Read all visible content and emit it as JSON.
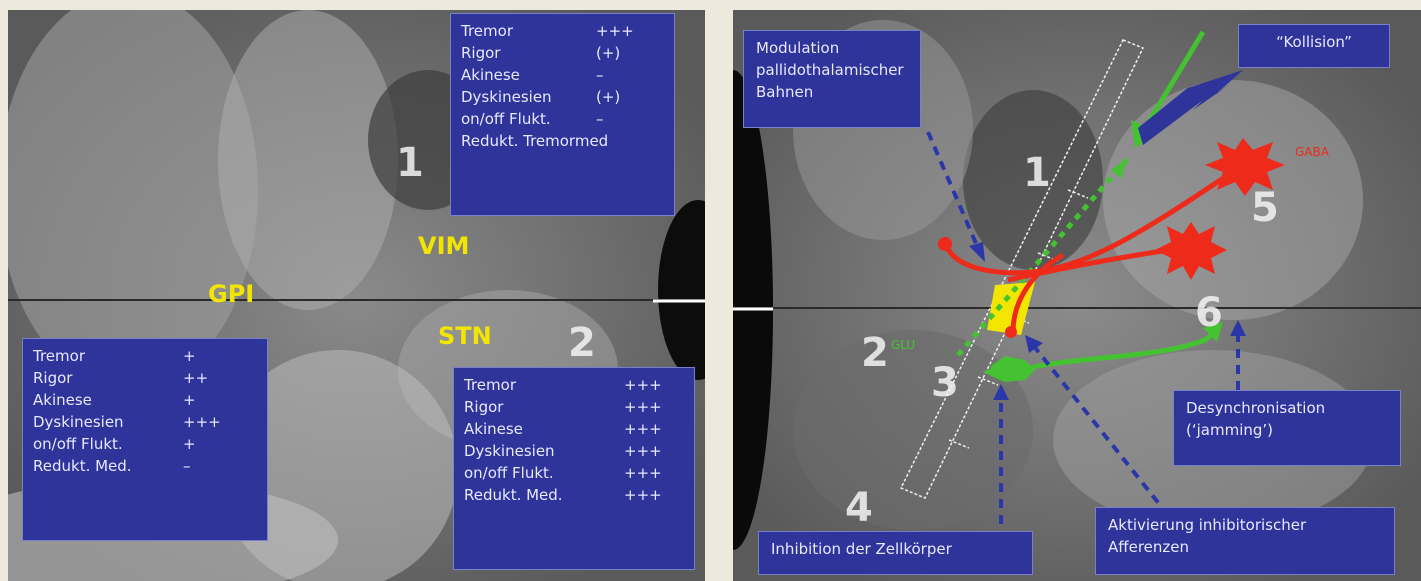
{
  "left": {
    "box_top": {
      "rows": [
        {
          "label": "Tremor",
          "value": "+++"
        },
        {
          "label": "Rigor",
          "value": "(+)"
        },
        {
          "label": "Akinese",
          "value": "–"
        },
        {
          "label": "Dyskinesien",
          "value": "(+)"
        },
        {
          "label": "on/off Flukt.",
          "value": "–"
        },
        {
          "label": "Redukt. Tremormed",
          "value": ""
        }
      ]
    },
    "box_bottom_left": {
      "rows": [
        {
          "label": "Tremor",
          "value": "+"
        },
        {
          "label": "Rigor",
          "value": "++"
        },
        {
          "label": "Akinese",
          "value": "+"
        },
        {
          "label": "Dyskinesien",
          "value": "+++"
        },
        {
          "label": "on/off Flukt.",
          "value": "+"
        },
        {
          "label": "Redukt. Med.",
          "value": "–"
        }
      ]
    },
    "box_bottom_right": {
      "rows": [
        {
          "label": "Tremor",
          "value": "+++"
        },
        {
          "label": "Rigor",
          "value": "+++"
        },
        {
          "label": "Akinese",
          "value": "+++"
        },
        {
          "label": "Dyskinesien",
          "value": "+++"
        },
        {
          "label": "on/off Flukt.",
          "value": "+++"
        },
        {
          "label": "Redukt. Med.",
          "value": "+++"
        }
      ]
    },
    "labels": {
      "vim": "VIM",
      "gpi": "GPI",
      "stn": "STN",
      "n1": "1",
      "n2": "2"
    }
  },
  "right": {
    "modulation": "Modulation pallidothalamischer Bahnen",
    "kollision": "“Kollision”",
    "gaba": "GABA",
    "glu": "GLU",
    "desync": "Desynchronisation (‘jamming’)",
    "inhibition": "Inhibition der Zellkörper",
    "aktivierung": "Aktivierung inhibitorischer Afferenzen",
    "numbers": {
      "n1": "1",
      "n2": "2",
      "n3": "3",
      "n4": "4",
      "n5": "5",
      "n6": "6"
    }
  },
  "colors": {
    "box": "#2e3499",
    "yellow": "#f2e600",
    "red": "#ee2a1a",
    "green": "#44c232",
    "dash_blue": "#2b37a8"
  }
}
